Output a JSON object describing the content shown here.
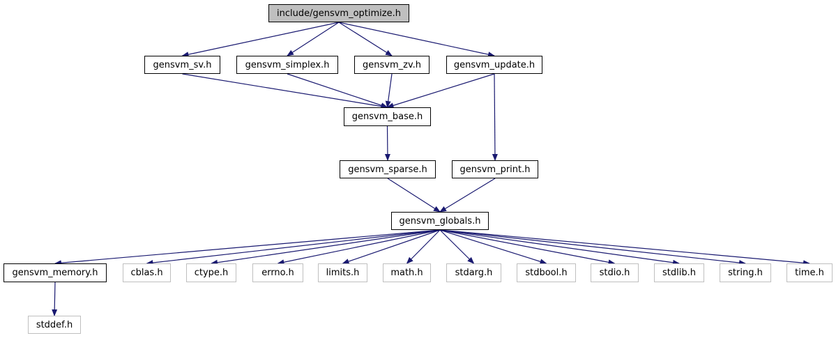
{
  "diagram": {
    "nodes": [
      {
        "id": "optimize",
        "label": "include/gensvm_optimize.h",
        "kind": "root"
      },
      {
        "id": "sv",
        "label": "gensvm_sv.h",
        "kind": "internal"
      },
      {
        "id": "simplex",
        "label": "gensvm_simplex.h",
        "kind": "internal"
      },
      {
        "id": "zv",
        "label": "gensvm_zv.h",
        "kind": "internal"
      },
      {
        "id": "update",
        "label": "gensvm_update.h",
        "kind": "internal"
      },
      {
        "id": "base",
        "label": "gensvm_base.h",
        "kind": "internal"
      },
      {
        "id": "sparse",
        "label": "gensvm_sparse.h",
        "kind": "internal"
      },
      {
        "id": "print",
        "label": "gensvm_print.h",
        "kind": "internal"
      },
      {
        "id": "globals",
        "label": "gensvm_globals.h",
        "kind": "internal"
      },
      {
        "id": "memory",
        "label": "gensvm_memory.h",
        "kind": "internal"
      },
      {
        "id": "cblas",
        "label": "cblas.h",
        "kind": "external"
      },
      {
        "id": "ctype",
        "label": "ctype.h",
        "kind": "external"
      },
      {
        "id": "errno",
        "label": "errno.h",
        "kind": "external"
      },
      {
        "id": "limits",
        "label": "limits.h",
        "kind": "external"
      },
      {
        "id": "math",
        "label": "math.h",
        "kind": "external"
      },
      {
        "id": "stdarg",
        "label": "stdarg.h",
        "kind": "external"
      },
      {
        "id": "stdbool",
        "label": "stdbool.h",
        "kind": "external"
      },
      {
        "id": "stdio",
        "label": "stdio.h",
        "kind": "external"
      },
      {
        "id": "stdlib",
        "label": "stdlib.h",
        "kind": "external"
      },
      {
        "id": "string",
        "label": "string.h",
        "kind": "external"
      },
      {
        "id": "time",
        "label": "time.h",
        "kind": "external"
      },
      {
        "id": "stddef",
        "label": "stddef.h",
        "kind": "external"
      }
    ],
    "edges": [
      [
        "optimize",
        "sv"
      ],
      [
        "optimize",
        "simplex"
      ],
      [
        "optimize",
        "zv"
      ],
      [
        "optimize",
        "update"
      ],
      [
        "sv",
        "base"
      ],
      [
        "simplex",
        "base"
      ],
      [
        "zv",
        "base"
      ],
      [
        "update",
        "base"
      ],
      [
        "update",
        "print"
      ],
      [
        "base",
        "sparse"
      ],
      [
        "sparse",
        "globals"
      ],
      [
        "print",
        "globals"
      ],
      [
        "globals",
        "memory"
      ],
      [
        "globals",
        "cblas"
      ],
      [
        "globals",
        "ctype"
      ],
      [
        "globals",
        "errno"
      ],
      [
        "globals",
        "limits"
      ],
      [
        "globals",
        "math"
      ],
      [
        "globals",
        "stdarg"
      ],
      [
        "globals",
        "stdbool"
      ],
      [
        "globals",
        "stdio"
      ],
      [
        "globals",
        "stdlib"
      ],
      [
        "globals",
        "string"
      ],
      [
        "globals",
        "time"
      ],
      [
        "memory",
        "stddef"
      ]
    ],
    "colors": {
      "edge": "#191970",
      "internal_border": "#000000",
      "external_border": "#bfbfbf",
      "root_fill": "#bfbfbf"
    }
  }
}
